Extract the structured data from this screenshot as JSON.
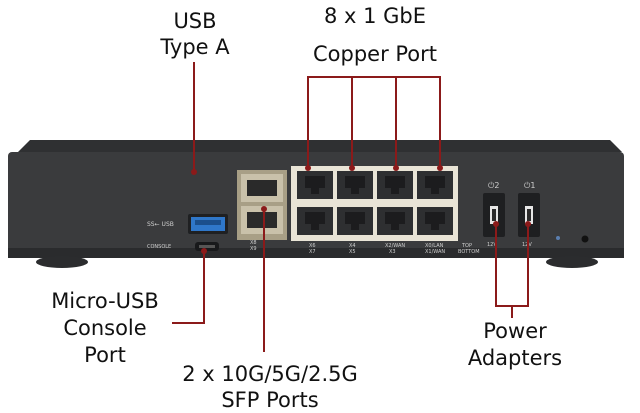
{
  "labels": {
    "usb": [
      "USB",
      "Type A"
    ],
    "copper": [
      "8 x 1 GbE",
      "Copper Port"
    ],
    "micro_usb": [
      "Micro-USB",
      "Console",
      "Port"
    ],
    "sfp": [
      "2 x 10G/5G/2.5G",
      "SFP Ports"
    ],
    "power": [
      "Power",
      "Adapters"
    ]
  },
  "device_print": {
    "usb_mark": "SS← USB",
    "console": "CONSOLE",
    "sfp_ports": [
      "X8",
      "X9"
    ],
    "copper_top_right": "TOP",
    "copper_bottom_right": "BOTTOM",
    "port_labels": [
      [
        "X6",
        "X7"
      ],
      [
        "X4",
        "X5"
      ],
      [
        "X2/WAN",
        "X3"
      ],
      [
        "X0/LAN",
        "X1/WAN"
      ]
    ],
    "power_1": "⏻2",
    "power_2": "⏻1",
    "volts_1": "12V",
    "volts_2": "12V"
  },
  "colors": {
    "callout": "#8b1a1a",
    "chassis": "#3a3b3d",
    "chassis_dark": "#232426",
    "port_frame": "#e9e4d6",
    "usb_blue": "#2f77c9"
  }
}
